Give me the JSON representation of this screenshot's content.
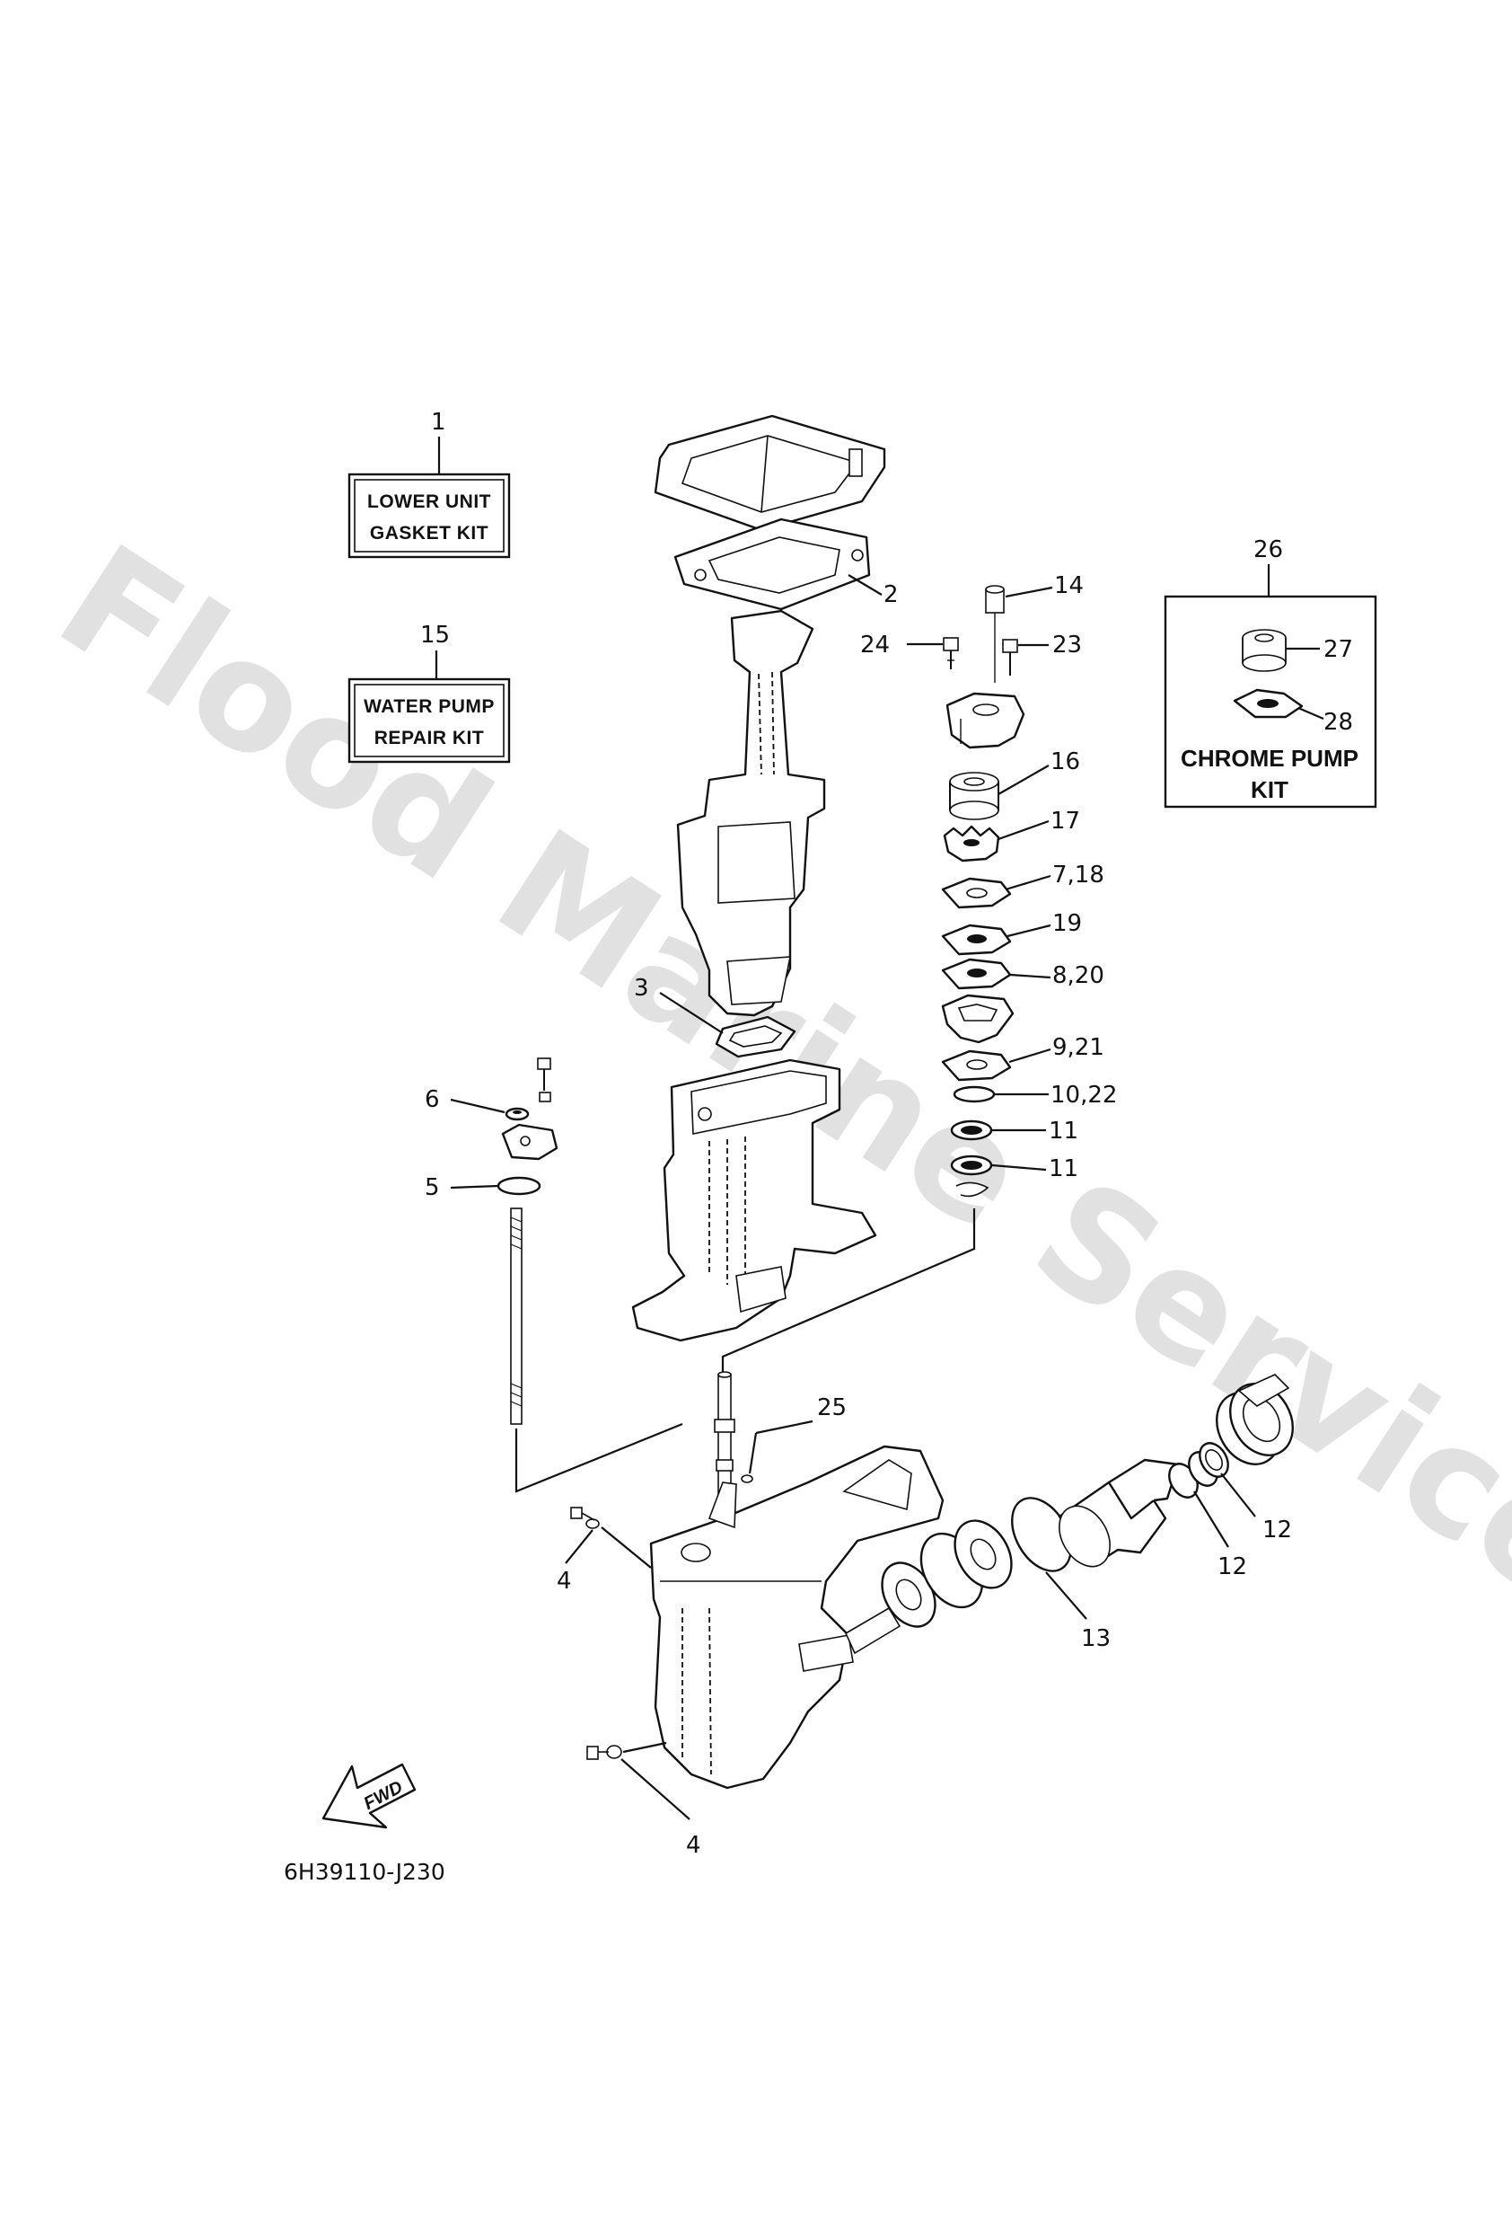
{
  "diagram_code": "6H39110-J230",
  "watermark": "Flood Marine Services",
  "fwd_label": "FWD",
  "kits": {
    "lower_unit_gasket": {
      "number": "1",
      "line1": "LOWER UNIT",
      "line2": "GASKET KIT"
    },
    "water_pump_repair": {
      "number": "15",
      "line1": "WATER PUMP",
      "line2": "REPAIR KIT"
    },
    "chrome_pump": {
      "number": "26",
      "line1": "CHROME PUMP",
      "line2": "KIT"
    }
  },
  "callouts": {
    "c2": "2",
    "c3": "3",
    "c4a": "4",
    "c4b": "4",
    "c5": "5",
    "c6": "6",
    "c7_18": "7,18",
    "c8_20": "8,20",
    "c9_21": "9,21",
    "c10_22": "10,22",
    "c11a": "11",
    "c11b": "11",
    "c12a": "12",
    "c12b": "12",
    "c13": "13",
    "c14": "14",
    "c16": "16",
    "c17": "17",
    "c19": "19",
    "c23": "23",
    "c24": "24",
    "c25": "25",
    "c27": "27",
    "c28": "28"
  },
  "colors": {
    "line": "#111111",
    "watermark": "#d9d9d9",
    "background": "#ffffff"
  }
}
